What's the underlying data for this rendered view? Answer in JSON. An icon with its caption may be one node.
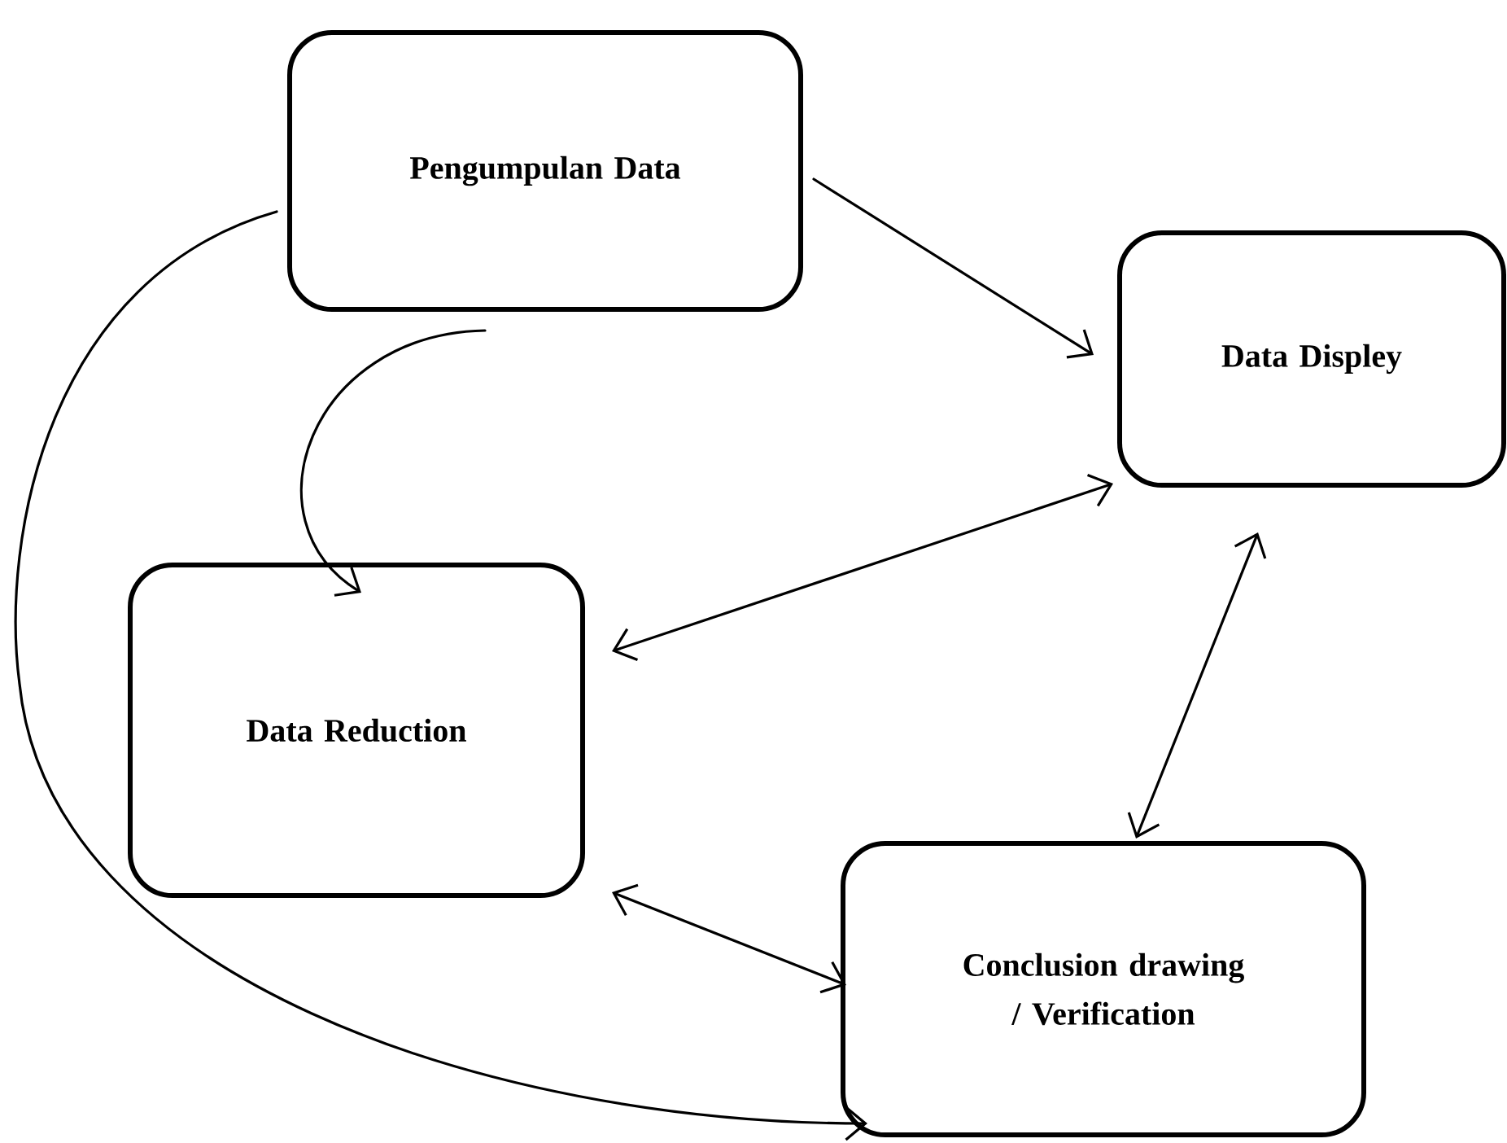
{
  "diagram": {
    "nodes": [
      {
        "text": [
          "Pengumpulan Data"
        ]
      },
      {
        "text": [
          "Data Displey"
        ]
      },
      {
        "text": [
          "Data Reduction"
        ]
      },
      {
        "text": [
          "Conclusion drawing / Verification"
        ]
      }
    ],
    "edges": [
      {
        "from": 0,
        "to": 1,
        "arrow": "to"
      },
      {
        "from": 0,
        "to": 2,
        "arrow": "to"
      },
      {
        "from": 2,
        "to": 1,
        "arrow": "both"
      },
      {
        "from": 2,
        "to": 3,
        "arrow": "both"
      },
      {
        "from": 1,
        "to": 3,
        "arrow": "both"
      },
      {
        "from": 0,
        "to": 3,
        "arrow": "to"
      }
    ]
  }
}
